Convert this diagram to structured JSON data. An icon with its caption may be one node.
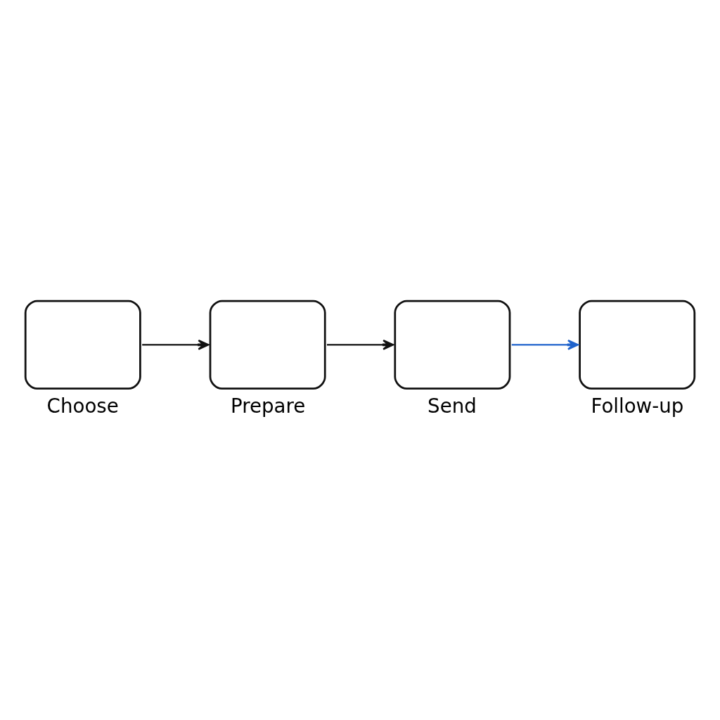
{
  "diagram": {
    "nodes": [
      {
        "text": [
          "Choose"
        ]
      },
      {
        "text": [
          "Prepare"
        ]
      },
      {
        "text": [
          "Send"
        ]
      },
      {
        "text": [
          "Follow-up"
        ]
      }
    ],
    "edges": [
      {
        "from": 0,
        "to": 1,
        "arrow": "to"
      },
      {
        "from": 1,
        "to": 2,
        "arrow": "to"
      },
      {
        "from": 2,
        "to": 3,
        "arrow": "to",
        "color": "#1f63cc"
      }
    ]
  }
}
